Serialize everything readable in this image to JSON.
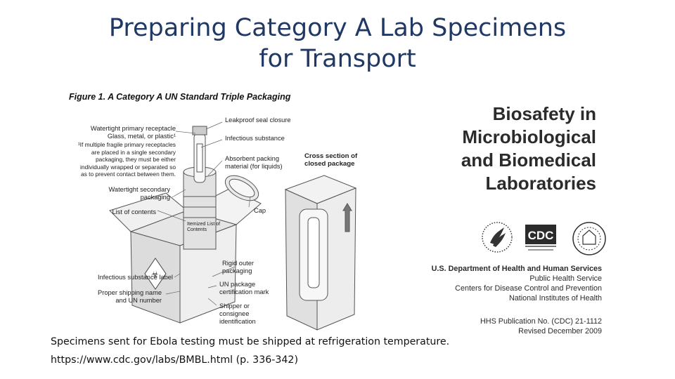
{
  "slide": {
    "title_line1": "Preparing Category A Lab Specimens",
    "title_line2": "for Transport"
  },
  "figure": {
    "caption": "Figure 1. A Category A UN Standard Triple Packaging",
    "labels": {
      "watertight_primary_l1": "Watertight primary receptacle",
      "watertight_primary_l2": "Glass, metal, or plastic¹",
      "footnote_l1": "¹If multiple fragile primary receptacles",
      "footnote_l2": "are placed in a single secondary",
      "footnote_l3": "packaging, they must be either",
      "footnote_l4": "individually wrapped or separated so",
      "footnote_l5": "as to prevent contact between them.",
      "watertight_secondary_l1": "Watertight secondary",
      "watertight_secondary_l2": "packaging",
      "list_of_contents": "List of contents",
      "infectious_label": "Infectious substance label",
      "shipping_name_l1": "Proper shipping name",
      "shipping_name_l2": "and UN number",
      "leakproof": "Leakproof seal closure",
      "infectious_substance": "Infectious substance",
      "absorbent_l1": "Absorbent packing",
      "absorbent_l2": "material (for liquids)",
      "cross_section_l1": "Cross section of",
      "cross_section_l2": "closed package",
      "cap": "Cap",
      "rigid_outer_l1": "Rigid outer",
      "rigid_outer_l2": "packaging",
      "un_package_l1": "UN package",
      "un_package_l2": "certification mark",
      "shipper_l1": "Shipper or",
      "shipper_l2": "consignee",
      "shipper_l3": "identification",
      "itemized_l1": "Itemized List of",
      "itemized_l2": "Contents"
    }
  },
  "book": {
    "title_line1": "Biosafety in",
    "title_line2": "Microbiological",
    "title_line3": "and Biomedical",
    "title_line4": "Laboratories",
    "logo_cdc": "CDC",
    "dept_line1": "U.S. Department of Health and Human Services",
    "dept_line2": "Public Health Service",
    "dept_line3": "Centers for Disease Control and Prevention",
    "dept_line4": "National Institutes of Health",
    "pub_line1": "HHS Publication No. (CDC) 21-1112",
    "pub_line2": "Revised December 2009"
  },
  "footer": {
    "note": "Specimens sent for Ebola testing must be shipped at refrigeration temperature.",
    "source": "https://www.cdc.gov/labs/BMBL.html (p. 336-342)"
  }
}
